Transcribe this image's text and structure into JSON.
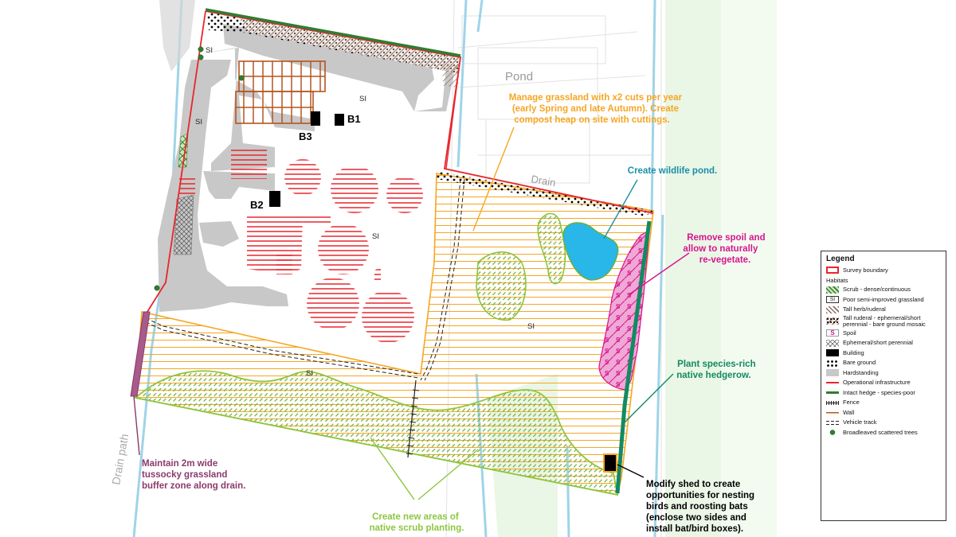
{
  "map": {
    "labels": {
      "si": "SI",
      "pond": "Pond",
      "drain": "Drain",
      "drain_path": "Drain path",
      "b1": "B1",
      "b2": "B2",
      "b3": "B3"
    },
    "annotations": {
      "grassland": [
        "Manage grassland with x2 cuts per year",
        "(early Spring and late Autumn). Create",
        "compost heap on site with cuttings."
      ],
      "pond": [
        "Create wildlife pond."
      ],
      "spoil": [
        "Remove spoil and",
        "allow to naturally",
        "re-vegetate."
      ],
      "hedgerow": [
        "Plant species-rich",
        "native hedgerow."
      ],
      "buffer": [
        "Maintain 2m wide",
        "tussocky grassland",
        "buffer zone along drain."
      ],
      "scrub": [
        "Create new areas of",
        "native scrub planting."
      ],
      "shed": [
        "Modify shed to create",
        "opportunities for nesting",
        "birds and roosting bats",
        "(enclose two sides and",
        "install bat/bird boxes)."
      ]
    },
    "colors": {
      "survey_boundary": "#e8262c",
      "grassland_orange": "#f5a623",
      "pond_teal": "#1a8fa8",
      "spoil_magenta": "#d6168c",
      "hedge_green": "#138a62",
      "buffer_purple": "#8b3a6b",
      "scrub_green": "#8cc63f",
      "hardstanding": "#c8c8c8",
      "wall": "#b5541f"
    }
  },
  "legend": {
    "title": "Legend",
    "habitats_heading": "Habitats",
    "items": [
      {
        "id": "survey-boundary",
        "label": "Survey boundary"
      },
      {
        "id": "habitats-heading",
        "label": "Habitats"
      },
      {
        "id": "scrub-dense",
        "label": "Scrub - dense/continuous"
      },
      {
        "id": "poor-grassland",
        "label": "Poor semi-improved grassland",
        "code": "SI"
      },
      {
        "id": "tall-herb",
        "label": "Tall herb/ruderal"
      },
      {
        "id": "tall-ruderal-mosaic",
        "label": "Tall ruderal - ephemeral/short perennial - bare ground mosaic"
      },
      {
        "id": "spoil",
        "label": "Spoil",
        "code": "S"
      },
      {
        "id": "ephemeral",
        "label": "Ephemeral/short perennial"
      },
      {
        "id": "building",
        "label": "Building"
      },
      {
        "id": "bare-ground",
        "label": "Bare ground"
      },
      {
        "id": "hardstanding",
        "label": "Hardstanding"
      },
      {
        "id": "operational-infrastructure",
        "label": "Operational infrastructure"
      },
      {
        "id": "intact-hedge",
        "label": "Intact hedge - species-poor"
      },
      {
        "id": "fence",
        "label": "Fence"
      },
      {
        "id": "wall",
        "label": "Wall"
      },
      {
        "id": "vehicle-track",
        "label": "Vehicle track"
      },
      {
        "id": "scattered-trees",
        "label": "Broadleaved scattered trees"
      }
    ]
  }
}
